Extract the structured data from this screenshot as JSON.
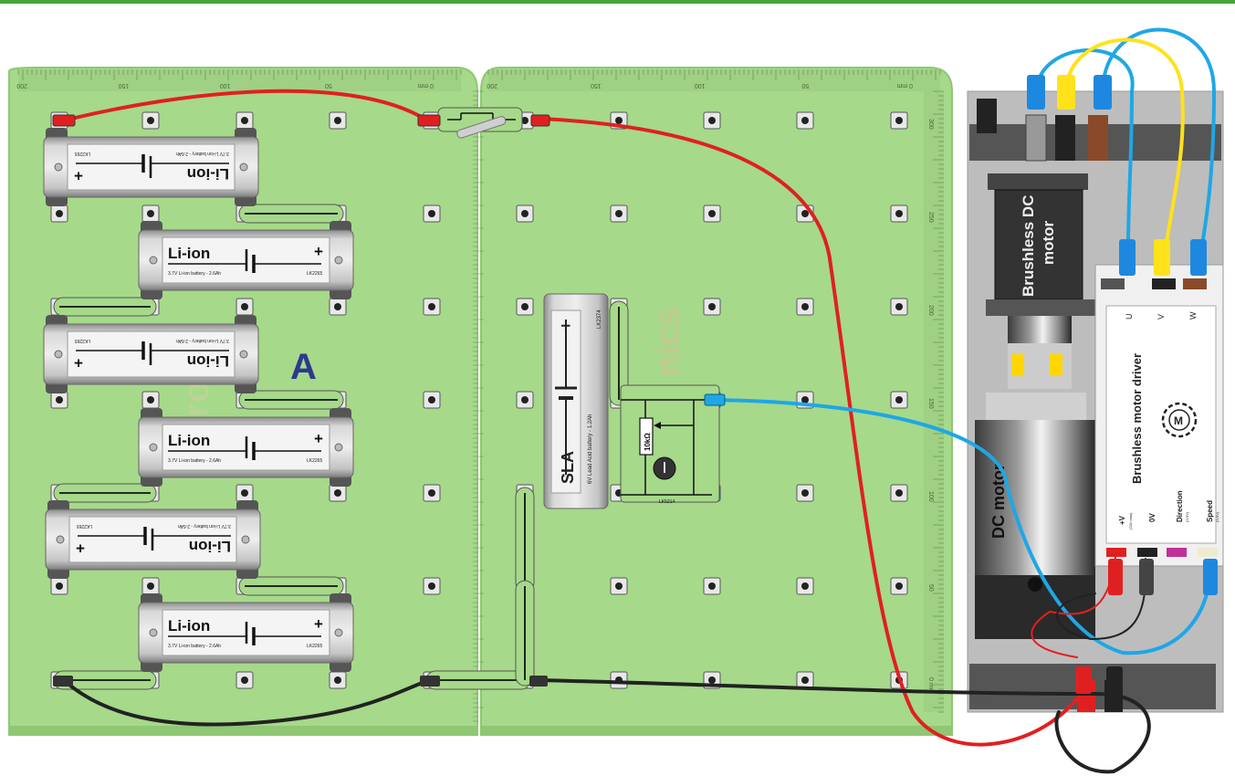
{
  "colors": {
    "top_bar": "#4aa33a",
    "baseboard": "#a6d98a",
    "baseboard_edge": "#8fc774",
    "wire_red": "#e02020",
    "wire_black": "#222222",
    "wire_blue": "#1ea7e6",
    "wire_yellow": "#ffe21a",
    "panel": "#bfbfbf",
    "battery_metal": "#b0b0b0",
    "label_letter": "#2b3a8e"
  },
  "circuit": {
    "label": "A",
    "watermark_left": "tro",
    "watermark_right": "nics"
  },
  "ruler": {
    "left": {
      "ticks": [
        "200",
        "150",
        "100",
        "50",
        "0 mm"
      ]
    },
    "right": {
      "ticks": [
        "200",
        "150",
        "100",
        "50",
        "0 mm"
      ]
    },
    "vertical": {
      "ticks": [
        "300",
        "250",
        "200",
        "150",
        "100",
        "50",
        "0 mm"
      ]
    }
  },
  "batteries": [
    {
      "name": "Li-ion",
      "rating": "3.7V Li-ion battery - 2.6Ah",
      "code": "LK2265",
      "sign": "+",
      "flipped": true
    },
    {
      "name": "Li-ion",
      "rating": "3.7V Li-ion battery - 2.6Ah",
      "code": "LK2265",
      "sign": "+",
      "flipped": false
    },
    {
      "name": "Li-ion",
      "rating": "3.7V Li-ion battery - 2.6Ah",
      "code": "LK2265",
      "sign": "+",
      "flipped": true
    },
    {
      "name": "Li-ion",
      "rating": "3.7V Li-ion battery - 2.6Ah",
      "code": "LK2265",
      "sign": "+",
      "flipped": false
    },
    {
      "name": "Li-ion",
      "rating": "3.7V Li-ion battery - 2.6Ah",
      "code": "LK2265",
      "sign": "+",
      "flipped": true
    },
    {
      "name": "Li-ion",
      "rating": "3.7V Li-ion battery - 2.6Ah",
      "code": "LK2265",
      "sign": "+",
      "flipped": false
    }
  ],
  "sla": {
    "name": "SLA",
    "sign": "+",
    "rating": "6V Lead Acid battery - 1.2Ah",
    "code": "LK2374"
  },
  "potentiometer": {
    "value": "10kΩ",
    "code": "LK5214"
  },
  "bldc_motor": {
    "line1": "Brushless DC",
    "line2": "motor"
  },
  "dc_motor": {
    "label": "DC motor"
  },
  "driver": {
    "title": "Brushless motor driver",
    "phase_labels": [
      "U",
      "V",
      "W"
    ],
    "inputs": [
      {
        "label": "+V",
        "sub": "(24V max)"
      },
      {
        "label": "0V",
        "sub": ""
      },
      {
        "label": "Direction",
        "sub": "(0-5V)"
      },
      {
        "label": "Speed",
        "sub": "(0-5V)"
      }
    ]
  }
}
